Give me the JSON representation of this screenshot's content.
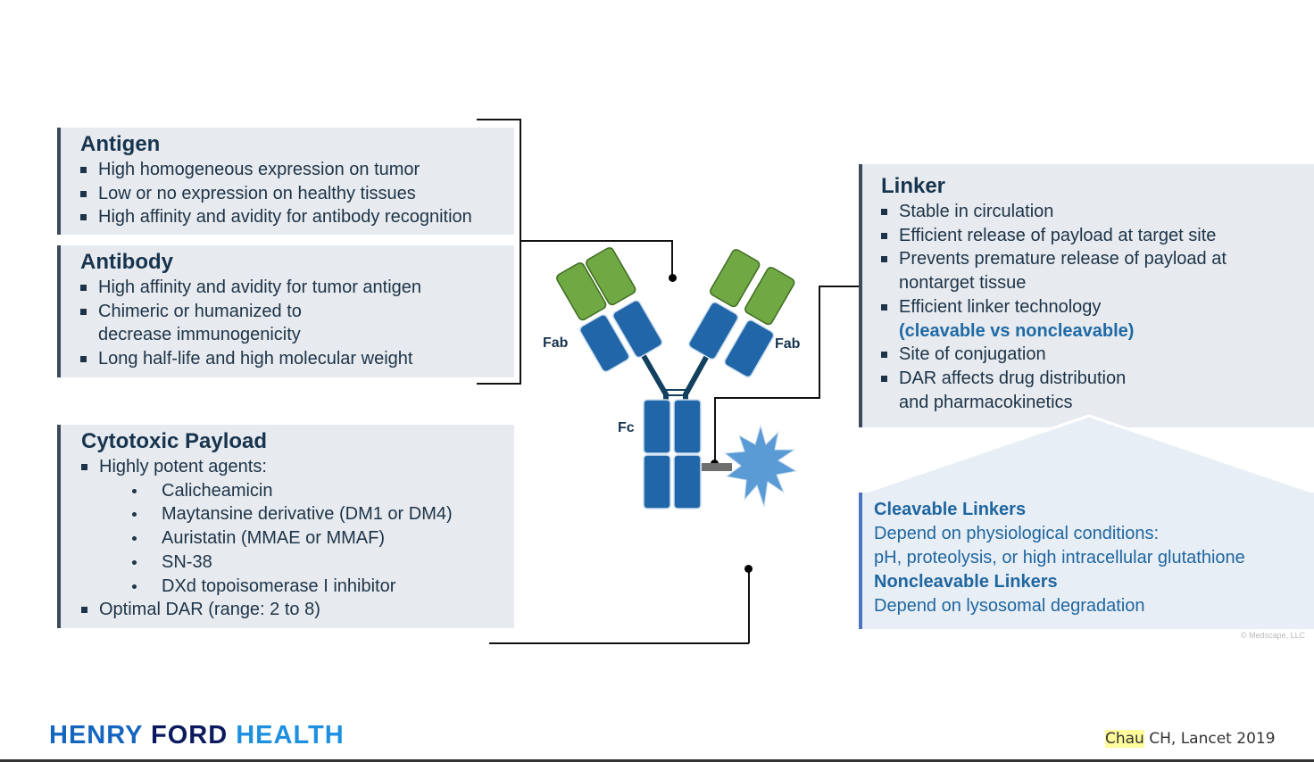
{
  "antigen": {
    "title": "Antigen",
    "items": [
      "High homogeneous expression on tumor",
      "Low or no expression on healthy tissues",
      "High affinity and avidity for antibody recognition"
    ]
  },
  "antibody": {
    "title": "Antibody",
    "items": [
      "High affinity and avidity for tumor antigen",
      "Chimeric or humanized to",
      "decrease immunogenicity",
      "Long half-life and high molecular weight"
    ]
  },
  "payload": {
    "title": "Cytotoxic Payload",
    "lead": "Highly potent agents:",
    "agents": [
      "Calicheamicin",
      "Maytansine derivative (DM1 or DM4)",
      "Auristatin (MMAE or MMAF)",
      "SN-38",
      "DXd topoisomerase I inhibitor"
    ],
    "last": "Optimal DAR (range: 2 to 8)"
  },
  "linker": {
    "title": "Linker",
    "items": [
      "Stable in circulation",
      "Efficient release of payload at target site",
      "Prevents premature release of payload at",
      "nontarget tissue",
      "Efficient linker technology",
      "(cleavable vs noncleavable)",
      "Site of conjugation",
      "DAR affects drug distribution",
      "and pharmacokinetics"
    ]
  },
  "linker_types": {
    "cleavable_title": "Cleavable Linkers",
    "cleavable_line1": "Depend on physiological conditions:",
    "cleavable_line2": "pH, proteolysis, or high intracellular glutathione",
    "noncleavable_title": "Noncleavable Linkers",
    "noncleavable_line1": "Depend on lysosomal degradation"
  },
  "diagram": {
    "fab_left": "Fab",
    "fab_right": "Fab",
    "fc": "Fc",
    "colors": {
      "green": "#70a844",
      "blue": "#2166a8",
      "dark": "#12405e",
      "star": "#5b9bd5"
    }
  },
  "footer": {
    "logo_part1": "HENRY",
    "logo_part2": "FORD",
    "logo_part3": "HEALTH",
    "citation_highlight": "Chau",
    "citation_rest": " CH, Lancet 2019",
    "copyright": "© Medscape, LLC"
  }
}
